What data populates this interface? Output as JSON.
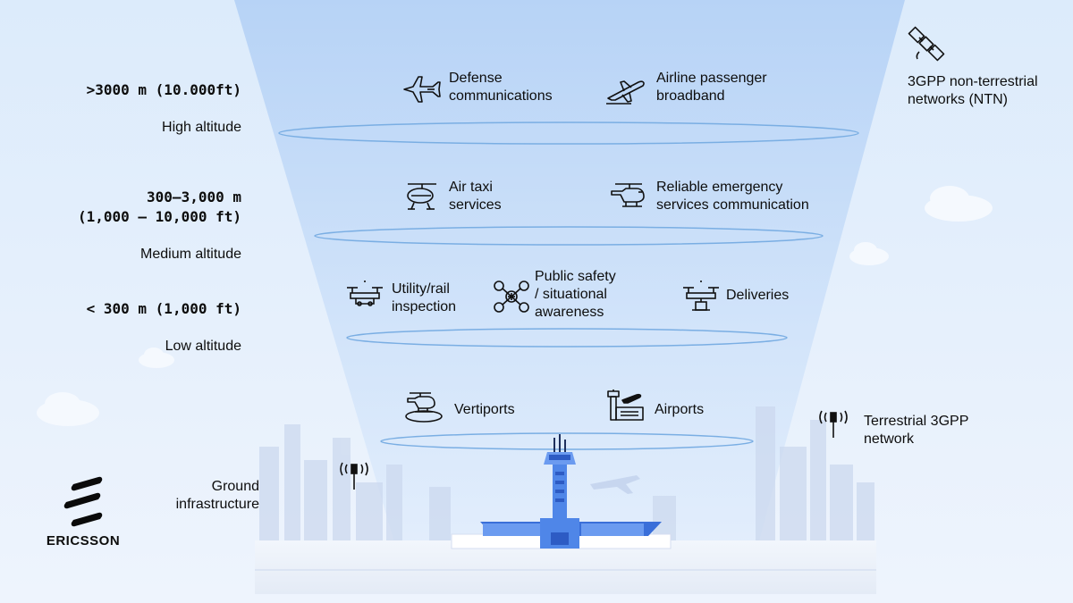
{
  "altitudes": [
    {
      "range": ">3000 m (10.000ft)",
      "label": "High altitude"
    },
    {
      "range": "300—3,000 m\n(1,000 – 10,000 ft)",
      "label": "Medium altitude"
    },
    {
      "range": "< 300 m (1,000 ft)",
      "label": "Low altitude"
    }
  ],
  "use_cases": {
    "defense": "Defense\ncommunications",
    "airline": "Airline passenger\nbroadband",
    "air_taxi": "Air taxi\nservices",
    "emergency": "Reliable emergency\nservices communication",
    "utility": "Utility/rail\ninspection",
    "public_safety": "Public safety\n/ situational\nawareness",
    "deliveries": "Deliveries",
    "vertiports": "Vertiports",
    "airports": "Airports"
  },
  "networks": {
    "ntn": "3GPP non-terrestrial\nnetworks (NTN)",
    "terrestrial": "Terrestrial 3GPP\nnetwork",
    "ground": "Ground\ninfrastructure"
  },
  "brand": {
    "name": "ERICSSON"
  },
  "colors": {
    "funnel": "#b9d5f7",
    "ring": "#7aaee3",
    "tower": "#4f86e8",
    "city": "#c9d8f0"
  },
  "icons": [
    "fighter-jet-icon",
    "airliner-icon",
    "satellite-icon",
    "air-taxi-icon",
    "helicopter-icon",
    "drone-icon",
    "quadcopter-icon",
    "delivery-drone-icon",
    "vertiport-icon",
    "airport-icon",
    "antenna-icon",
    "ericsson-logo-icon"
  ]
}
